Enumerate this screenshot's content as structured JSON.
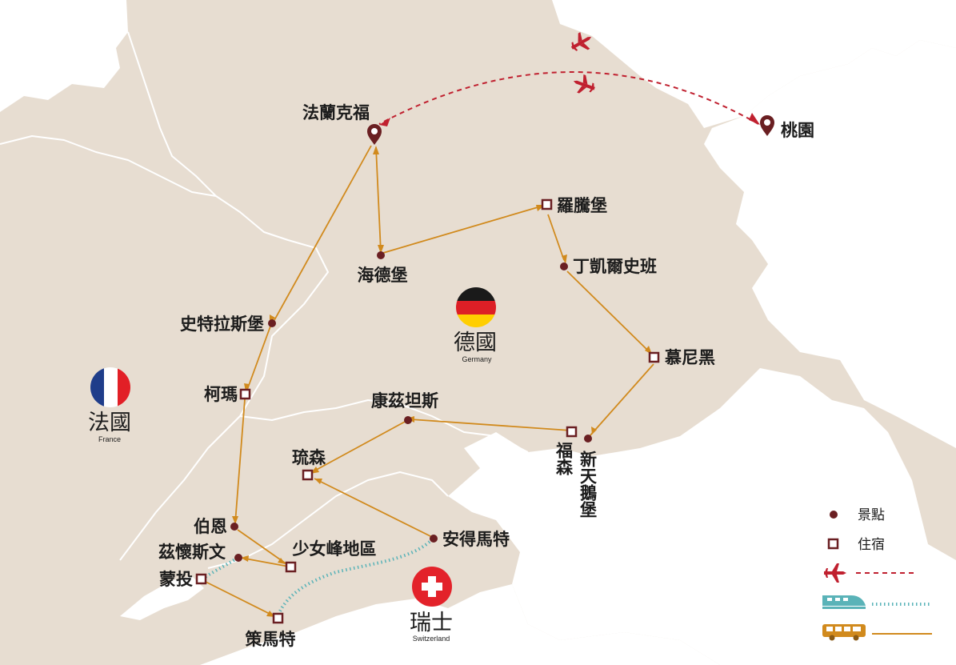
{
  "countries": {
    "germany": {
      "name": "德國",
      "name_en": "Germany"
    },
    "france": {
      "name": "法國",
      "name_en": "France"
    },
    "switzerland": {
      "name": "瑞士",
      "name_en": "Switzerland"
    }
  },
  "places": {
    "frankfurt": "法蘭克福",
    "taoyuan": "桃園",
    "rothenburg": "羅騰堡",
    "heidelberg": "海德堡",
    "dinkelsbuhl": "丁凱爾史班",
    "munich": "慕尼黑",
    "strasbourg": "史特拉斯堡",
    "colmar": "柯瑪",
    "konstanz": "康茲坦斯",
    "fussen": "福森",
    "neuschwanstein": "新天鵝堡",
    "lucerne": "琉森",
    "bern": "伯恩",
    "andermatt": "安得馬特",
    "jungfrau": "少女峰地區",
    "zweisimmen": "茲懷斯文",
    "montreux": "蒙投",
    "zermatt": "策馬特"
  },
  "legend": {
    "attraction": "景點",
    "lodging": "住宿"
  },
  "colors": {
    "land": "#e7ddd1",
    "water": "#ffffff",
    "route_bus": "#d18a1d",
    "route_flight": "#c0202f",
    "route_train": "#5ab3b8",
    "marker": "#6a1f22"
  },
  "icons": [
    "plane-icon",
    "train-icon",
    "bus-icon",
    "germany-flag",
    "france-flag",
    "switzerland-flag"
  ]
}
